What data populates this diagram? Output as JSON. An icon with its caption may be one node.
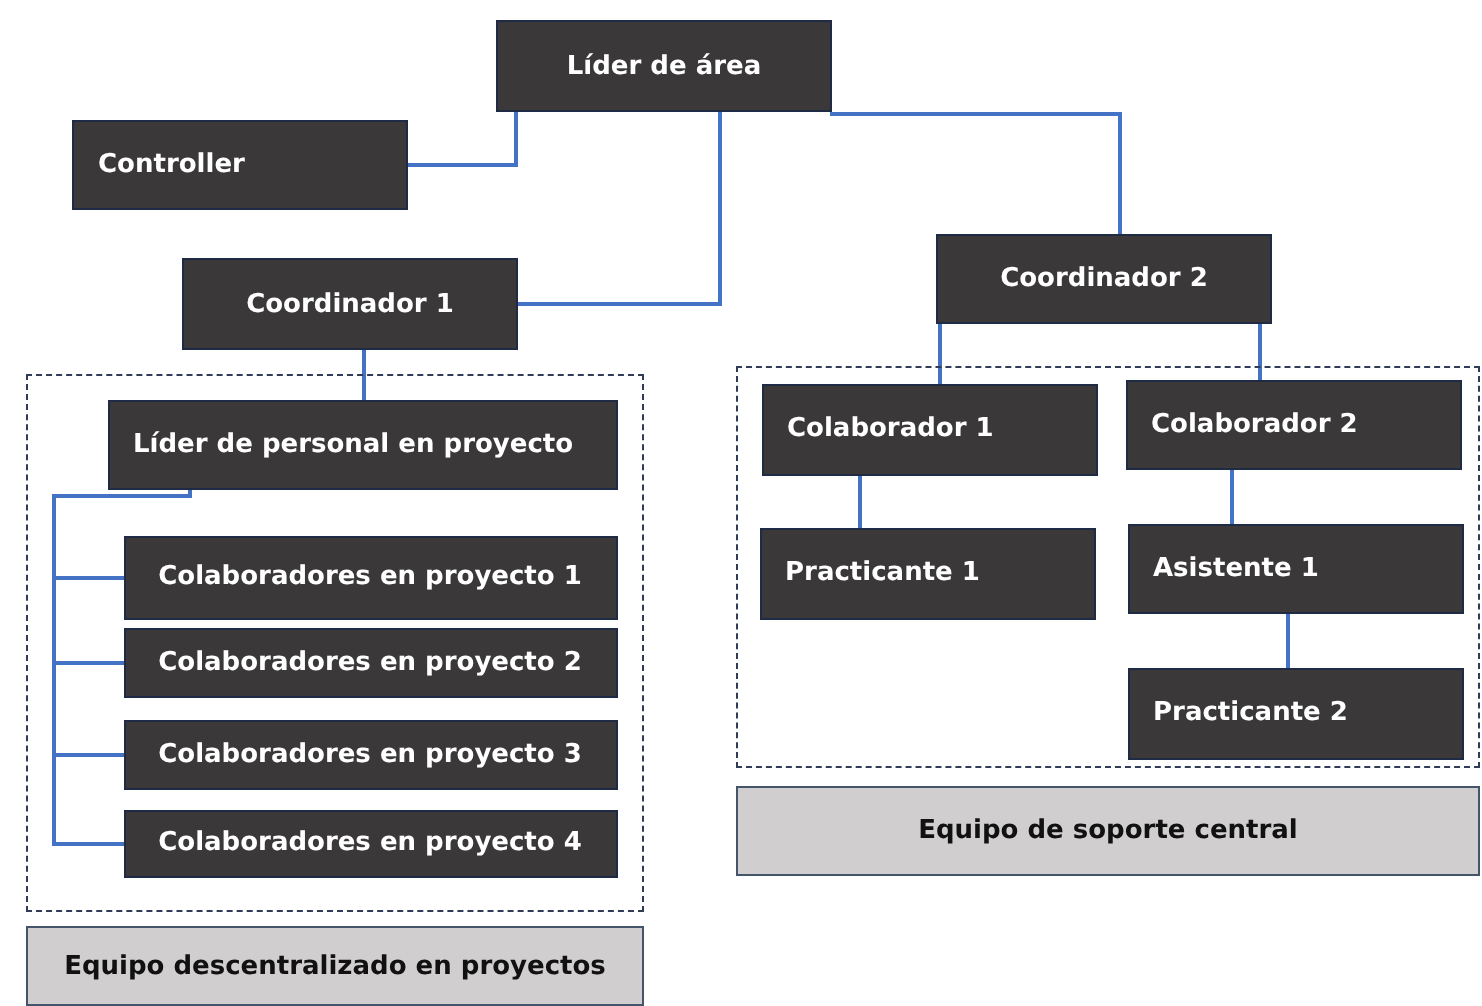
{
  "diagram": {
    "nodes": [
      {
        "text": [
          "Líder de área"
        ]
      },
      {
        "text": [
          "Controller"
        ]
      },
      {
        "text": [
          "Coordinador 1"
        ]
      },
      {
        "text": [],
        "shape": "box"
      },
      {
        "text": [
          "Líder de personal en proyecto"
        ],
        "in": 3
      },
      {
        "text": [
          "Colaboradores en proyecto 1"
        ],
        "in": 3
      },
      {
        "text": [
          "Colaboradores en proyecto 2"
        ],
        "in": 3
      },
      {
        "text": [
          "Colaboradores en proyecto 3"
        ],
        "in": 3
      },
      {
        "text": [
          "Colaboradores en proyecto 4"
        ],
        "in": 3
      },
      {
        "text": [
          "Equipo descentralizado en proyectos"
        ]
      },
      {
        "text": [
          "Coordinador 2"
        ]
      },
      {
        "text": [],
        "shape": "box"
      },
      {
        "text": [
          "Colaborador 1"
        ],
        "in": 11
      },
      {
        "text": [
          "Colaborador 2"
        ],
        "in": 11
      },
      {
        "text": [
          "Practicante 1"
        ],
        "in": 11
      },
      {
        "text": [
          "Asistente 1"
        ],
        "in": 11
      },
      {
        "text": [
          "Practicante 2"
        ],
        "in": 11
      },
      {
        "text": [
          "Equipo de soporte central"
        ]
      }
    ],
    "edges": [
      {
        "from": 0,
        "to": 1,
        "arrow": "none"
      },
      {
        "from": 0,
        "to": 2,
        "arrow": "none"
      },
      {
        "from": 0,
        "to": 10,
        "arrow": "none"
      },
      {
        "from": 2,
        "to": 4,
        "arrow": "none"
      },
      {
        "from": 4,
        "to": 5,
        "arrow": "none"
      },
      {
        "from": 4,
        "to": 6,
        "arrow": "none"
      },
      {
        "from": 4,
        "to": 7,
        "arrow": "none"
      },
      {
        "from": 4,
        "to": 8,
        "arrow": "none"
      },
      {
        "from": 10,
        "to": 12,
        "arrow": "none"
      },
      {
        "from": 10,
        "to": 13,
        "arrow": "none"
      },
      {
        "from": 12,
        "to": 14,
        "arrow": "none"
      },
      {
        "from": 13,
        "to": 15,
        "arrow": "none"
      },
      {
        "from": 15,
        "to": 16,
        "arrow": "none"
      }
    ]
  }
}
